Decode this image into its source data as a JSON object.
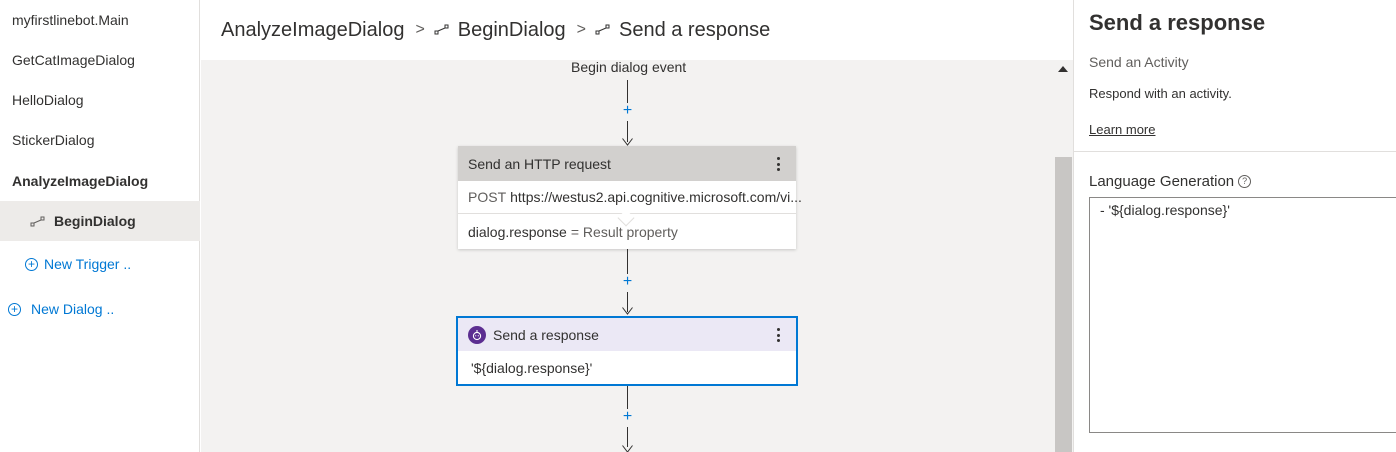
{
  "sidebar": {
    "items": [
      {
        "label": "myfirstlinebot.Main"
      },
      {
        "label": "GetCatImageDialog"
      },
      {
        "label": "HelloDialog"
      },
      {
        "label": "StickerDialog"
      },
      {
        "label": "AnalyzeImageDialog"
      },
      {
        "label": "BeginDialog"
      }
    ],
    "new_trigger": "New Trigger ..",
    "new_dialog": "New Dialog .."
  },
  "breadcrumb": {
    "items": [
      "AnalyzeImageDialog",
      "BeginDialog",
      "Send a response"
    ],
    "separator": ">"
  },
  "canvas": {
    "begin_label": "Begin dialog event",
    "add_symbol": "+",
    "http_card": {
      "title": "Send an HTTP request",
      "method": "POST",
      "url": "https://westus2.api.cognitive.microsoft.com/vi...",
      "result_var": "dialog.response",
      "result_suffix": "= Result property"
    },
    "response_card": {
      "title": "Send a response",
      "body": "'${dialog.response}'"
    }
  },
  "panel": {
    "title": "Send a response",
    "subtitle": "Send an Activity",
    "description": "Respond with an activity.",
    "learn_more": "Learn more",
    "lg_label": "Language Generation",
    "help_symbol": "?",
    "lg_value": "- '${dialog.response}'"
  },
  "colors": {
    "accent": "#0078d4",
    "bot_badge": "#5c2e91",
    "http_header": "#d2d0ce",
    "response_header": "#ebe8f5",
    "canvas_bg": "#f3f2f1"
  },
  "icons": {
    "trigger": "trigger-icon",
    "more": "more-vertical-icon",
    "bot": "bot-icon",
    "add": "add-circle-icon",
    "help": "help-icon"
  }
}
